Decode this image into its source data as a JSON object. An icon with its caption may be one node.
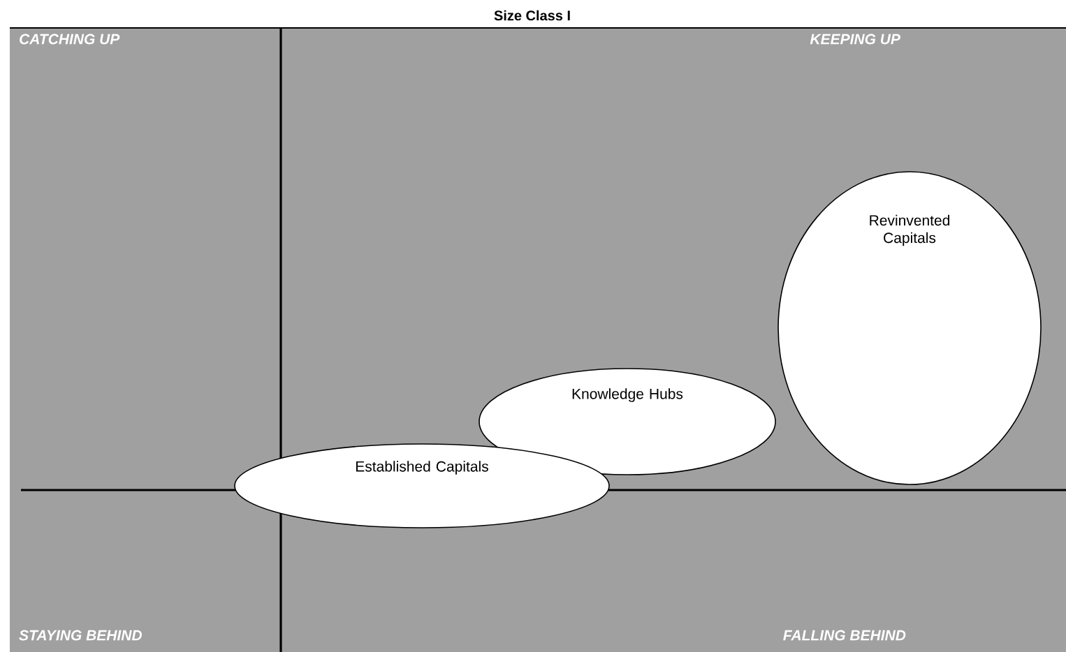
{
  "diagram": {
    "title": "Size Class I",
    "nodes": [
      {
        "text": [
          "Revinvented Capitals"
        ]
      },
      {
        "text": [
          "Knowledge Hubs"
        ]
      },
      {
        "text": [
          "Established Capitals"
        ]
      }
    ],
    "labels": [
      "CATCHING UP",
      "KEEPING UP",
      "STAYING BEHIND",
      "FALLING BEHIND"
    ]
  }
}
